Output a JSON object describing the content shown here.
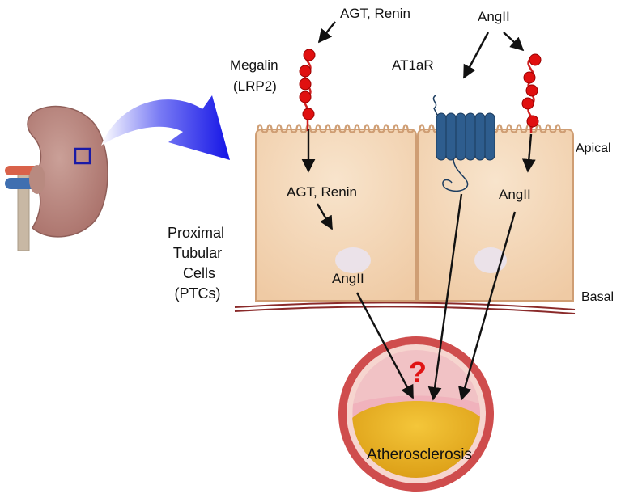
{
  "labels": {
    "agt_renin_top": "AGT, Renin",
    "angii_top": "AngII",
    "megalin_line1": "Megalin",
    "megalin_line2": "(LRP2)",
    "at1ar": "AT1aR",
    "apical": "Apical",
    "agt_renin_cell": "AGT, Renin",
    "angii_right_cell": "AngII",
    "angii_left_cell": "AngII",
    "basal": "Basal",
    "ptc_line1": "Proximal",
    "ptc_line2": "Tubular",
    "ptc_line3": "Cells",
    "ptc_line4": "(PTCs)",
    "question": "?",
    "atherosclerosis": "Atherosclerosis"
  },
  "colors": {
    "kidney": "#b9837c",
    "kidney_dark": "#8f5e58",
    "ureter": "#c8b8a4",
    "renal_artery": "#d9624a",
    "renal_vein": "#3f6fb0",
    "zoom_box": "#1a1aa6",
    "zoom_arrow": "#2020e0",
    "cell_fill": "#f3d7b6",
    "cell_border": "#cf9e74",
    "basement": "#8a2a2a",
    "megalin_bead": "#e01010",
    "receptor": "#2e5d8e",
    "vessel_outer": "#cf4d4d",
    "vessel_lumen": "#f1c2c5",
    "plaque": "#e8b020",
    "question_mark": "#e01414"
  },
  "icons": [
    "kidney-icon",
    "zoom-arrow-icon",
    "megalin-receptor-icon",
    "at1ar-receptor-icon",
    "artery-cross-section-icon"
  ]
}
